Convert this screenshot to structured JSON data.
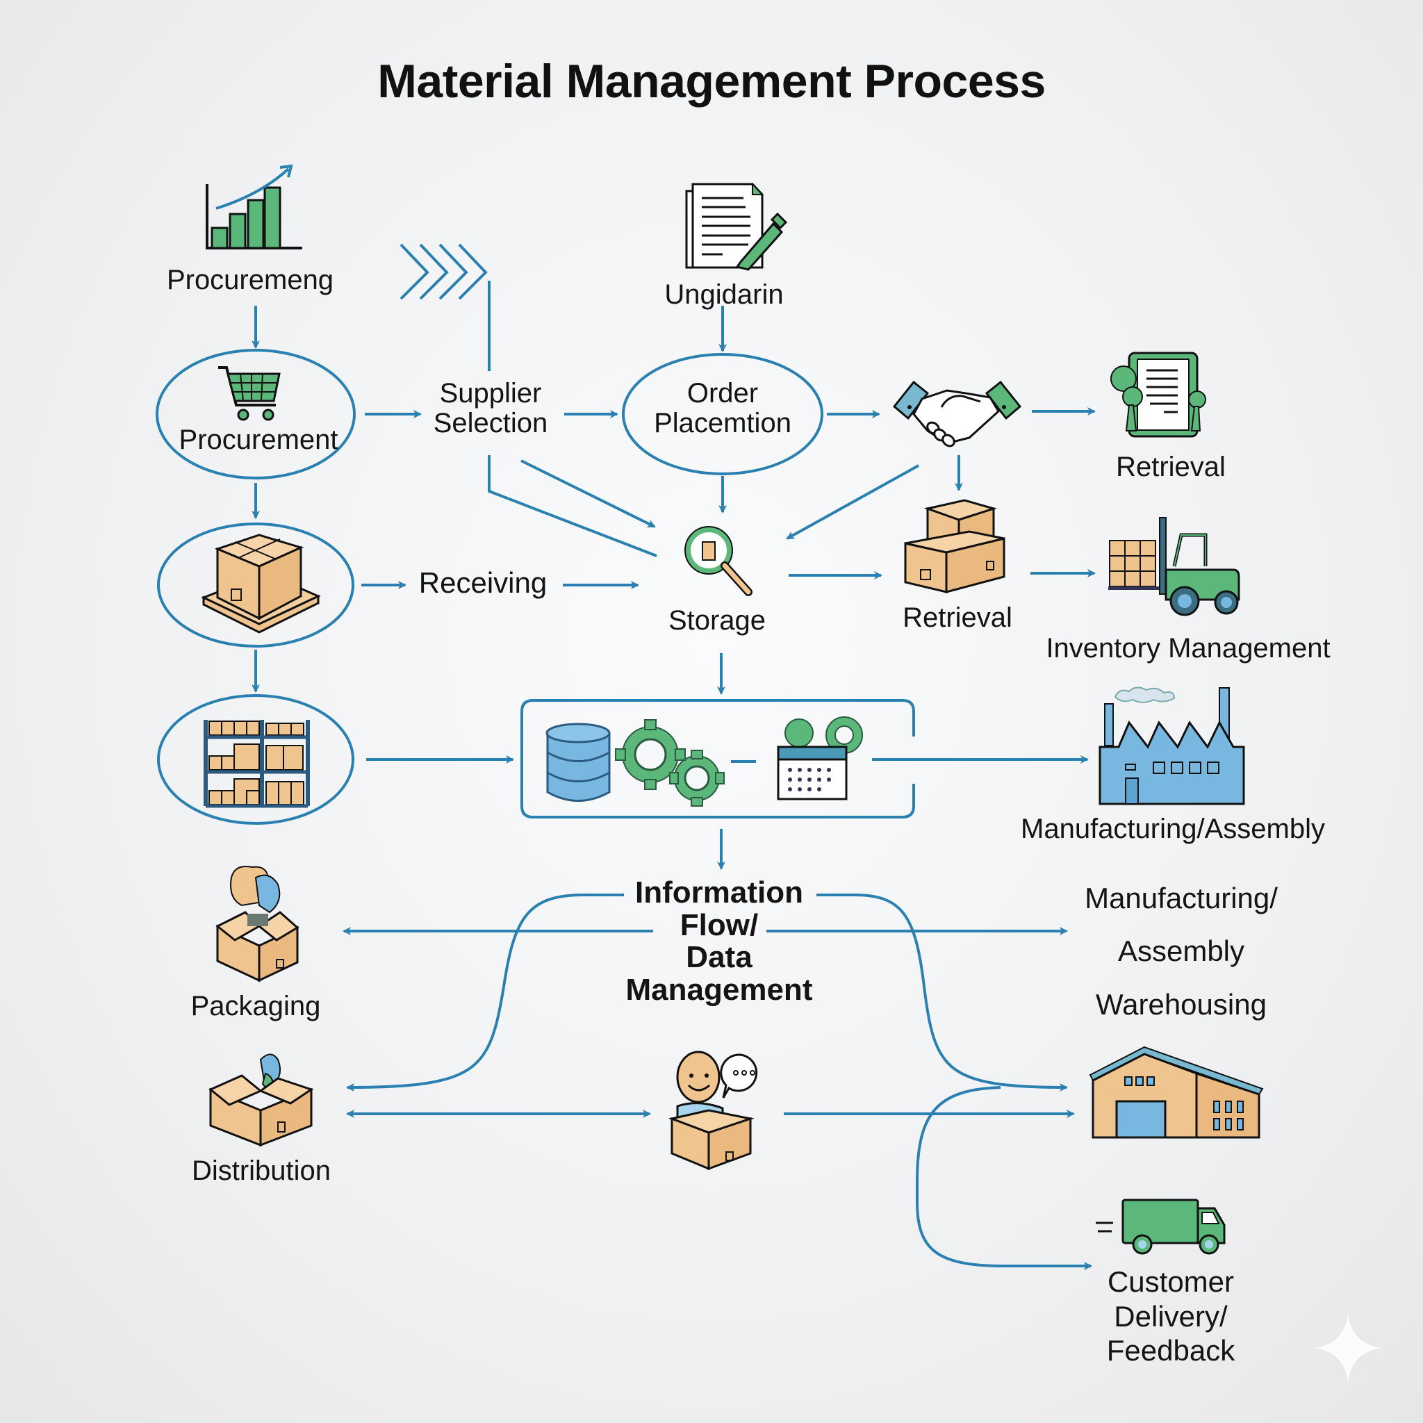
{
  "title": "Material Management Process",
  "colors": {
    "accent_blue": "#2a80b0",
    "icon_green": "#5cb87a",
    "box_tan": "#f0c48e",
    "light_blue": "#78b8e0",
    "text": "#141414"
  },
  "nodes": {
    "procurement_top": {
      "label": "Procuremeng",
      "icon": "bar-chart-growth-icon"
    },
    "procurement": {
      "label": "Procurement",
      "icon": "shopping-cart-icon"
    },
    "supplier_selection": {
      "label": "Supplier\nSelection",
      "line1": "Supplier",
      "line2": "Selection",
      "icon": "chevrons-icon"
    },
    "ungidarin": {
      "label": "Ungidarin",
      "icon": "document-pen-icon"
    },
    "order_placement": {
      "line1": "Order",
      "line2": "Placemtion"
    },
    "handshake": {
      "icon": "handshake-icon"
    },
    "retrieval_top": {
      "label": "Retrieval",
      "icon": "certificate-document-icon"
    },
    "receiving_box": {
      "icon": "box-on-pallet-icon"
    },
    "receiving": {
      "label": "Receiving"
    },
    "storage": {
      "label": "Storage",
      "icon": "magnifier-icon"
    },
    "retrieval_mid": {
      "label": "Retrieval",
      "icon": "stacked-boxes-icon"
    },
    "inventory_management": {
      "label": "Inventory Management",
      "icon": "forklift-icon"
    },
    "shelving": {
      "icon": "warehouse-shelf-icon"
    },
    "data_system": {
      "icons": [
        "database-icon",
        "gears-icon",
        "calendar-icon"
      ]
    },
    "manufacturing_top": {
      "label": "Manufacturing/Assembly",
      "icon": "factory-icon"
    },
    "information_flow": {
      "line1": "Information",
      "line2": "Flow/",
      "line3": "Data",
      "line4": "Management"
    },
    "manufacturing_list": {
      "line1": "Manufacturing/",
      "line2": "Assembly",
      "line3": "Warehousing"
    },
    "packaging": {
      "label": "Packaging",
      "icon": "open-box-icon"
    },
    "distribution": {
      "label": "Distribution",
      "icon": "open-box-icon"
    },
    "customer": {
      "icon": "customer-speech-icon"
    },
    "warehouse": {
      "icon": "warehouse-building-icon"
    },
    "customer_delivery": {
      "line1": "Customer",
      "line2": "Delivery/",
      "line3": "Feedback",
      "icon": "delivery-truck-icon"
    }
  }
}
